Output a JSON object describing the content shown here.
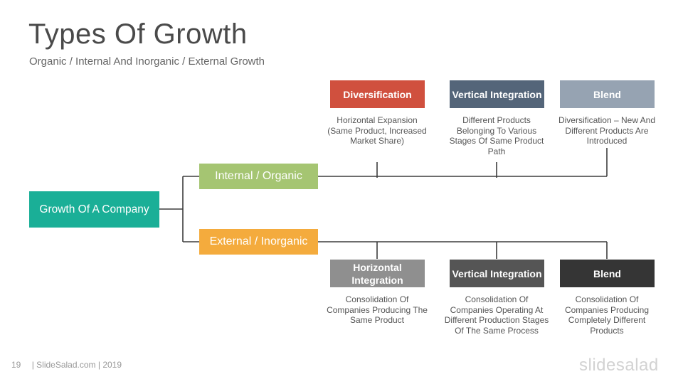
{
  "header": {
    "title": "Types Of Growth",
    "subtitle": "Organic / Internal And Inorganic / External Growth"
  },
  "diagram": {
    "root": {
      "label": "Growth Of A Company",
      "color": "#1aaf97"
    },
    "branches": [
      {
        "label": "Internal / Organic",
        "color": "#a5c572",
        "types": [
          {
            "title": "Diversification",
            "color": "#d0503e",
            "description": "Horizontal Expansion (Same Product, Increased Market Share)"
          },
          {
            "title": "Vertical Integration",
            "color": "#546579",
            "description": "Different Products Belonging To Various Stages Of Same Product Path"
          },
          {
            "title": "Blend",
            "color": "#96a3b2",
            "description": "Diversification – New And Different Products Are Introduced"
          }
        ]
      },
      {
        "label": "External / Inorganic",
        "color": "#f4ab3d",
        "types": [
          {
            "title": "Horizontal Integration",
            "color": "#8f8f8f",
            "description": "Consolidation Of Companies Producing The Same Product"
          },
          {
            "title": "Vertical Integration",
            "color": "#555555",
            "description": "Consolidation Of Companies Operating At Different Production Stages Of The Same Process"
          },
          {
            "title": "Blend",
            "color": "#353535",
            "description": "Consolidation Of Companies Producing Completely Different Products"
          }
        ]
      }
    ]
  },
  "footer": {
    "page_number": "19",
    "text": "| SlideSalad.com | 2019",
    "logo": "slidesalad"
  }
}
